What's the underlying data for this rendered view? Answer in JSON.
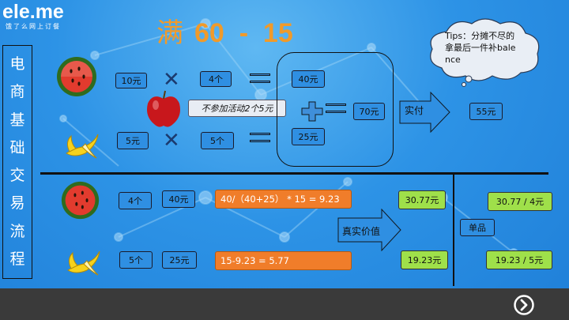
{
  "logo": {
    "text": "ele.me",
    "slogan": "饿了么网上订餐"
  },
  "title": {
    "prefix": "满",
    "promo": "60  -  15"
  },
  "sidebar": {
    "chars": [
      "电",
      "商",
      "基",
      "础",
      "交",
      "易",
      "流",
      "程"
    ]
  },
  "tips": {
    "text": "Tips：分摊不尽的拿最后一件补balence"
  },
  "top": {
    "watermelon_price": "10元",
    "watermelon_qty": "4个",
    "watermelon_total": "40元",
    "banana_price": "5元",
    "banana_qty": "5个",
    "banana_total": "25元",
    "apple_note": "不参加活动2个5元",
    "sum": "70元",
    "pay_label": "实付",
    "pay_value": "55元"
  },
  "bottom": {
    "watermelon_qty": "4个",
    "watermelon_total": "40元",
    "watermelon_formula": "40/（40+25） * 15 = 9.23",
    "banana_qty": "5个",
    "banana_total": "25元",
    "banana_formula": "15-9.23 = 5.77",
    "real_label": "真实价值",
    "watermelon_real": "30.77元",
    "banana_real": "19.23元",
    "unit_label": "单品",
    "watermelon_unit": "30.77 / 4元",
    "banana_unit": "19.23 / 5元"
  },
  "colors": {
    "background": "#2d93e6",
    "title": "#f09a2a",
    "orange": "#f07d2a",
    "green": "#9fe04a",
    "footer": "#3a3a3a"
  },
  "icons": {
    "next": "circle-chevron-right-icon"
  }
}
